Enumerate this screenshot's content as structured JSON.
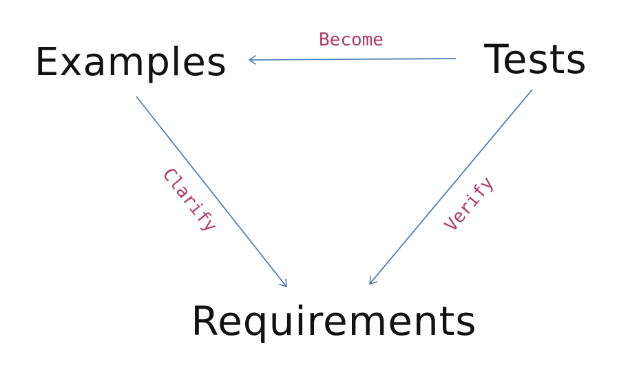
{
  "nodes": {
    "examples": "Examples",
    "tests": "Tests",
    "requirements": "Requirements"
  },
  "edges": {
    "become": "Become",
    "clarify": "Clarify",
    "verify": "Verify"
  },
  "colors": {
    "node_text": "#111111",
    "edge_line": "#4b7fb8",
    "edge_label": "#b23a6b",
    "background": "#ffffff"
  }
}
